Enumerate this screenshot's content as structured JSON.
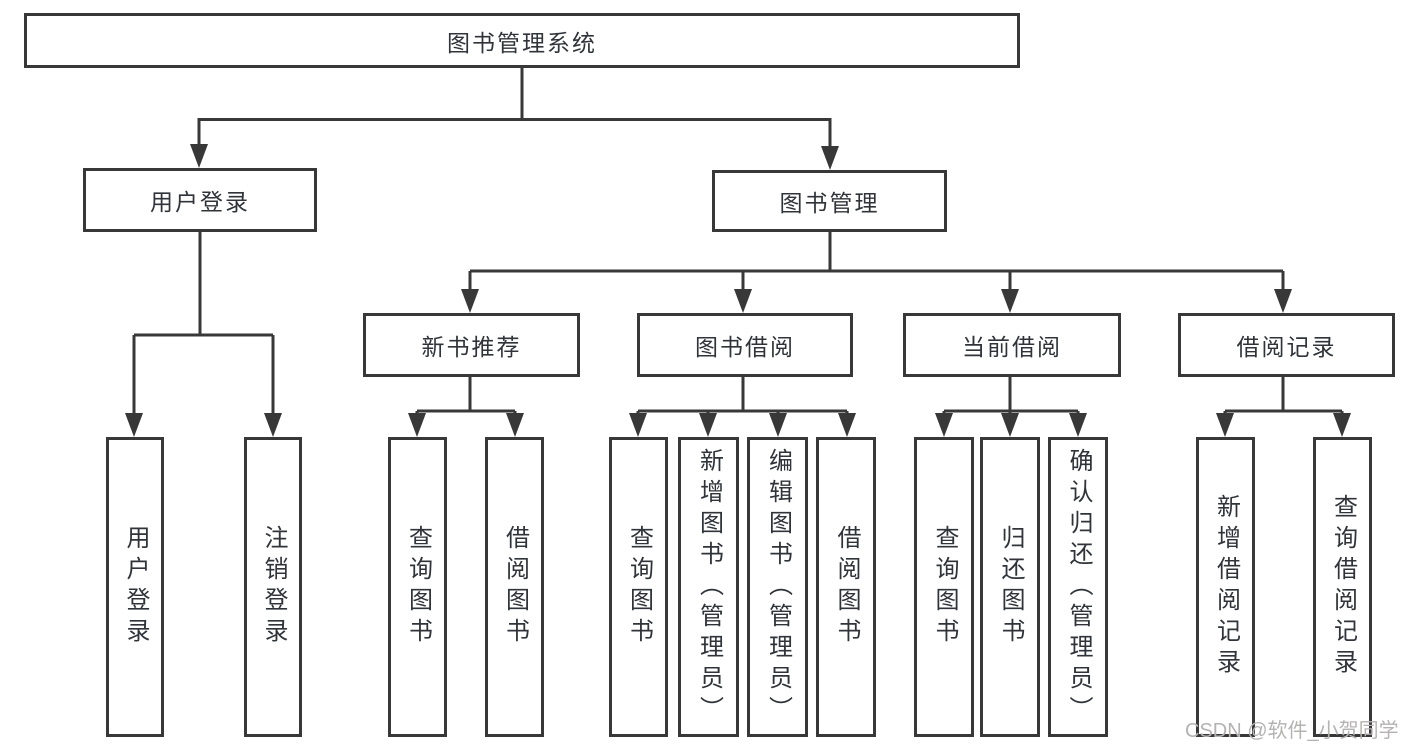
{
  "diagram": {
    "root": {
      "label": "图书管理系统"
    },
    "level2": [
      {
        "label": "用户登录"
      },
      {
        "label": "图书管理"
      }
    ],
    "level3": [
      {
        "label": "新书推荐"
      },
      {
        "label": "图书借阅"
      },
      {
        "label": "当前借阅"
      },
      {
        "label": "借阅记录"
      }
    ],
    "leaves": [
      {
        "label": "用户登录",
        "parent": "用户登录"
      },
      {
        "label": "注销登录",
        "parent": "用户登录"
      },
      {
        "label": "查询图书",
        "parent": "新书推荐"
      },
      {
        "label": "借阅图书",
        "parent": "新书推荐"
      },
      {
        "label": "查询图书",
        "parent": "图书借阅"
      },
      {
        "label": "新增图书（管理员）",
        "parent": "图书借阅"
      },
      {
        "label": "编辑图书（管理员）",
        "parent": "图书借阅"
      },
      {
        "label": "借阅图书",
        "parent": "图书借阅"
      },
      {
        "label": "查询图书",
        "parent": "当前借阅"
      },
      {
        "label": "归还图书",
        "parent": "当前借阅"
      },
      {
        "label": "确认归还（管理员）",
        "parent": "当前借阅"
      },
      {
        "label": "新增借阅记录",
        "parent": "借阅记录"
      },
      {
        "label": "查询借阅记录",
        "parent": "借阅记录"
      }
    ],
    "watermark": "CSDN @软件_小贺同学",
    "colors": {
      "line": "#383838",
      "box_border": "#383838",
      "text": "#30343a",
      "watermark": "#b5b2b2",
      "background": "#ffffff"
    }
  }
}
